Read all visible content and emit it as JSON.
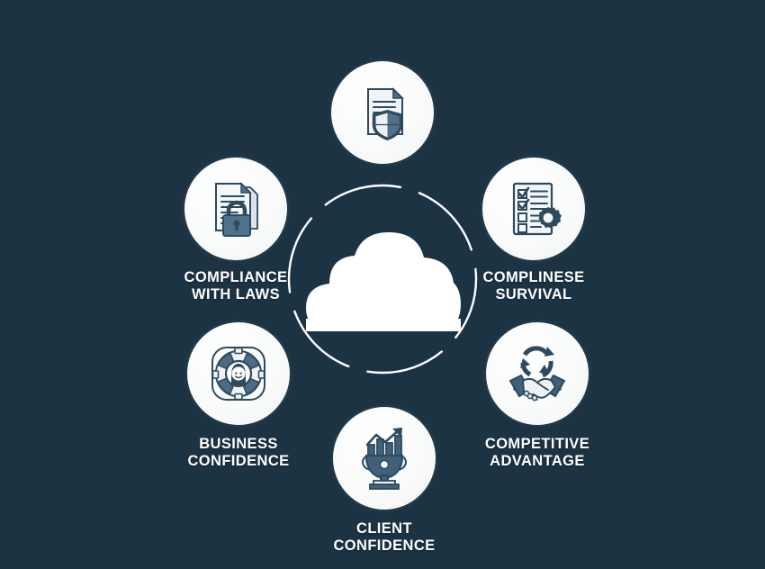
{
  "theme": {
    "background_color": "#1c3344",
    "disc_color": "#ffffff",
    "label_color": "#ffffff",
    "icon_dark": "#2e4a5e",
    "icon_mid": "#50718a",
    "icon_light": "#e9eef1",
    "ring_color": "#ffffff"
  },
  "center": {
    "icon": "cloud-icon",
    "ring": "dashed-circle"
  },
  "nodes": [
    {
      "id": "document-security",
      "icon": "document-shield-icon",
      "label": "",
      "position": "top"
    },
    {
      "id": "compliance-with-laws",
      "icon": "documents-lock-icon",
      "label": "COMPLIANCE\nWITH LAWS",
      "position": "top-left"
    },
    {
      "id": "compliance-survival",
      "icon": "checklist-gear-icon",
      "label": "COMPLINESE\nSURVIVAL",
      "position": "top-right"
    },
    {
      "id": "competitive-advantage",
      "icon": "handshake-cycle-icon",
      "label": "COMPETITIVE\nADVANTAGE",
      "position": "bottom-right"
    },
    {
      "id": "client-confidence",
      "icon": "trophy-chart-icon",
      "label": "CLIENT\nCONFIDENCE",
      "position": "bottom"
    },
    {
      "id": "business-confidence",
      "icon": "lifebuoy-person-icon",
      "label": "BUSINESS\nCONFIDENCE",
      "position": "bottom-left"
    }
  ]
}
